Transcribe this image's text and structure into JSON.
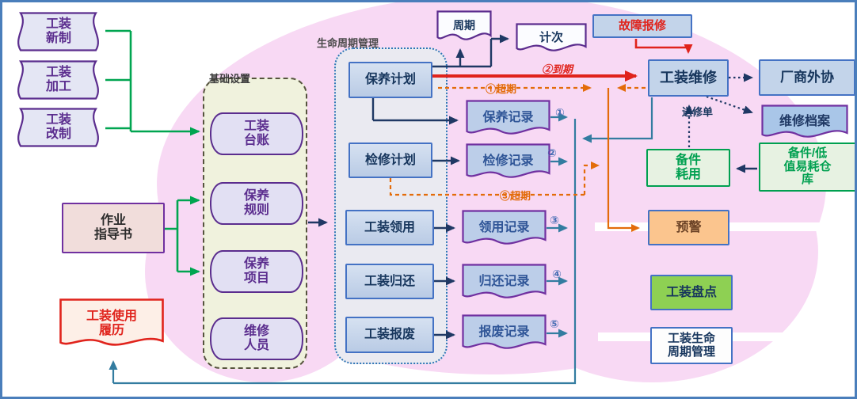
{
  "nodes": {
    "sources": [
      {
        "label": "工装\n新制"
      },
      {
        "label": "工装\n加工"
      },
      {
        "label": "工装\n改制"
      }
    ],
    "work_instruction": {
      "label": "作业\n指导书"
    },
    "usage_history": {
      "label": "工装使用\n履历"
    },
    "base_settings": {
      "label": "基础设置",
      "items": [
        {
          "label": "工装\n台账"
        },
        {
          "label": "保养\n规则"
        },
        {
          "label": "保养\n项目"
        },
        {
          "label": "维修\n人员"
        }
      ]
    },
    "lifecycle": {
      "label": "生命周期管理",
      "plans": [
        {
          "label": "保养计划"
        },
        {
          "label": "检修计划"
        },
        {
          "label": "工装领用"
        },
        {
          "label": "工装归还"
        },
        {
          "label": "工装报废"
        }
      ]
    },
    "records": [
      {
        "label": "保养记录",
        "num": "①"
      },
      {
        "label": "检修记录",
        "num": "②"
      },
      {
        "label": "领用记录",
        "num": "③"
      },
      {
        "label": "归还记录",
        "num": "④"
      },
      {
        "label": "报废记录",
        "num": "⑤"
      }
    ],
    "cycle_doc": {
      "label": "周期"
    },
    "count_doc": {
      "label": "计次"
    },
    "fault_report": {
      "label": "故障报修"
    },
    "tooling_repair": {
      "label": "工装维修"
    },
    "vendor_outsource": {
      "label": "厂商外协"
    },
    "repair_archive": {
      "label": "维修档案"
    },
    "spare_consumption": {
      "label": "备件\n耗用"
    },
    "spare_warehouse": {
      "label": "备件/低\n值易耗仓\n库"
    },
    "warning": {
      "label": "预警"
    },
    "stocktaking": {
      "label": "工装盘点"
    },
    "lifecycle_overall": {
      "label": "工装生命\n周期管理"
    }
  },
  "edge_labels": {
    "due": "②到期",
    "overdue_1": "①超期",
    "overdue_3": "③超期",
    "repair_order": "送修单"
  },
  "colors": {
    "green_line": "#00a550",
    "navy_line": "#1f3864",
    "steel_line": "#337ca0",
    "red_line": "#e0231c",
    "orange_line": "#e36c0a",
    "purple_border": "#5b2d8e",
    "blue_border": "#4472c4",
    "pink_bg": "#f8d9f4",
    "warning_fill": "#fbc58e",
    "stocktake_fill": "#8ed053"
  }
}
